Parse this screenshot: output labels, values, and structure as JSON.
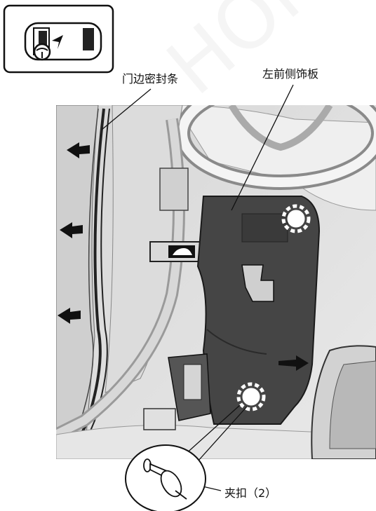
{
  "labels": {
    "door_seal": "门边密封条",
    "left_front_trim": "左前侧饰板",
    "clip": "夹扣（2）"
  },
  "watermark": "HONDA",
  "colors": {
    "interior_light": "#e2e2e2",
    "interior_mid": "#c8c8c8",
    "panel_dark": "#454545",
    "clip_ring": "#ffffff",
    "line": "#1a1a1a"
  },
  "icons": [
    "vehicle-location-icon",
    "door-icon",
    "steering-wheel-icon"
  ]
}
